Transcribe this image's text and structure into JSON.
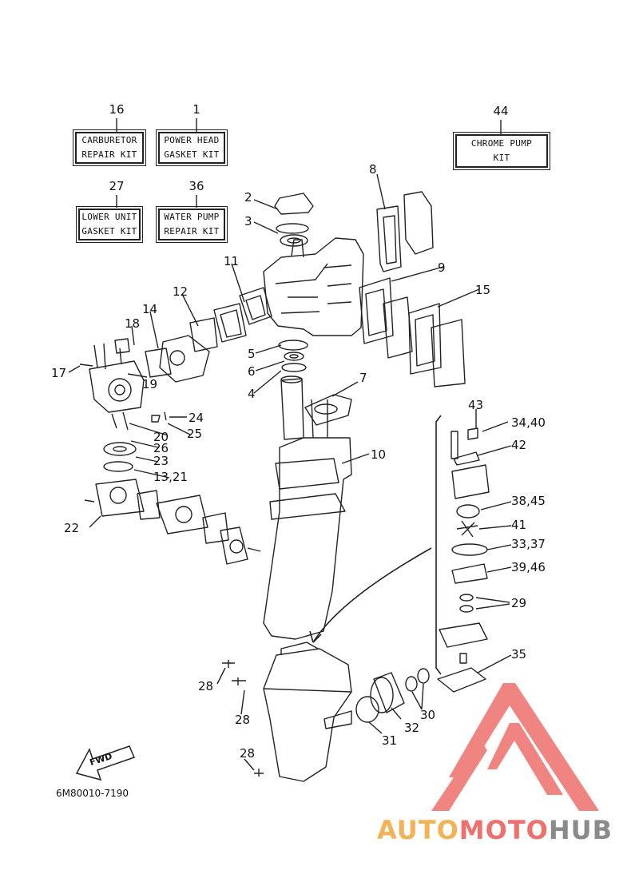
{
  "kits": [
    {
      "id": "k16",
      "number": "16",
      "lines": [
        "CARBURETOR",
        "REPAIR KIT"
      ]
    },
    {
      "id": "k1",
      "number": "1",
      "lines": [
        "POWER HEAD",
        "GASKET KIT"
      ]
    },
    {
      "id": "k27",
      "number": "27",
      "lines": [
        "LOWER UNIT",
        "GASKET KIT"
      ]
    },
    {
      "id": "k36",
      "number": "36",
      "lines": [
        "WATER PUMP",
        "REPAIR KIT"
      ]
    },
    {
      "id": "k44",
      "number": "44",
      "lines": [
        "CHROME PUMP",
        "KIT"
      ]
    }
  ],
  "callouts": [
    "2",
    "3",
    "8",
    "11",
    "9",
    "12",
    "15",
    "14",
    "18",
    "5",
    "6",
    "17",
    "19",
    "4",
    "7",
    "24",
    "43",
    "34,40",
    "20",
    "25",
    "42",
    "26",
    "10",
    "23",
    "13,21",
    "38,45",
    "41",
    "22",
    "33,37",
    "39,46",
    "29",
    "35",
    "28",
    "28",
    "30",
    "32",
    "31",
    "28"
  ],
  "fwd_label": "FWD",
  "diagram_code": "6M80010-7190",
  "watermark": {
    "part1": "AUTO",
    "part2": "MOTO",
    "part3": "HUB"
  },
  "colors": {
    "line": "#222222",
    "logo_red": "#ee6f6b",
    "logo_orange": "#f2b255",
    "logo_gray": "#8a8a8a"
  }
}
